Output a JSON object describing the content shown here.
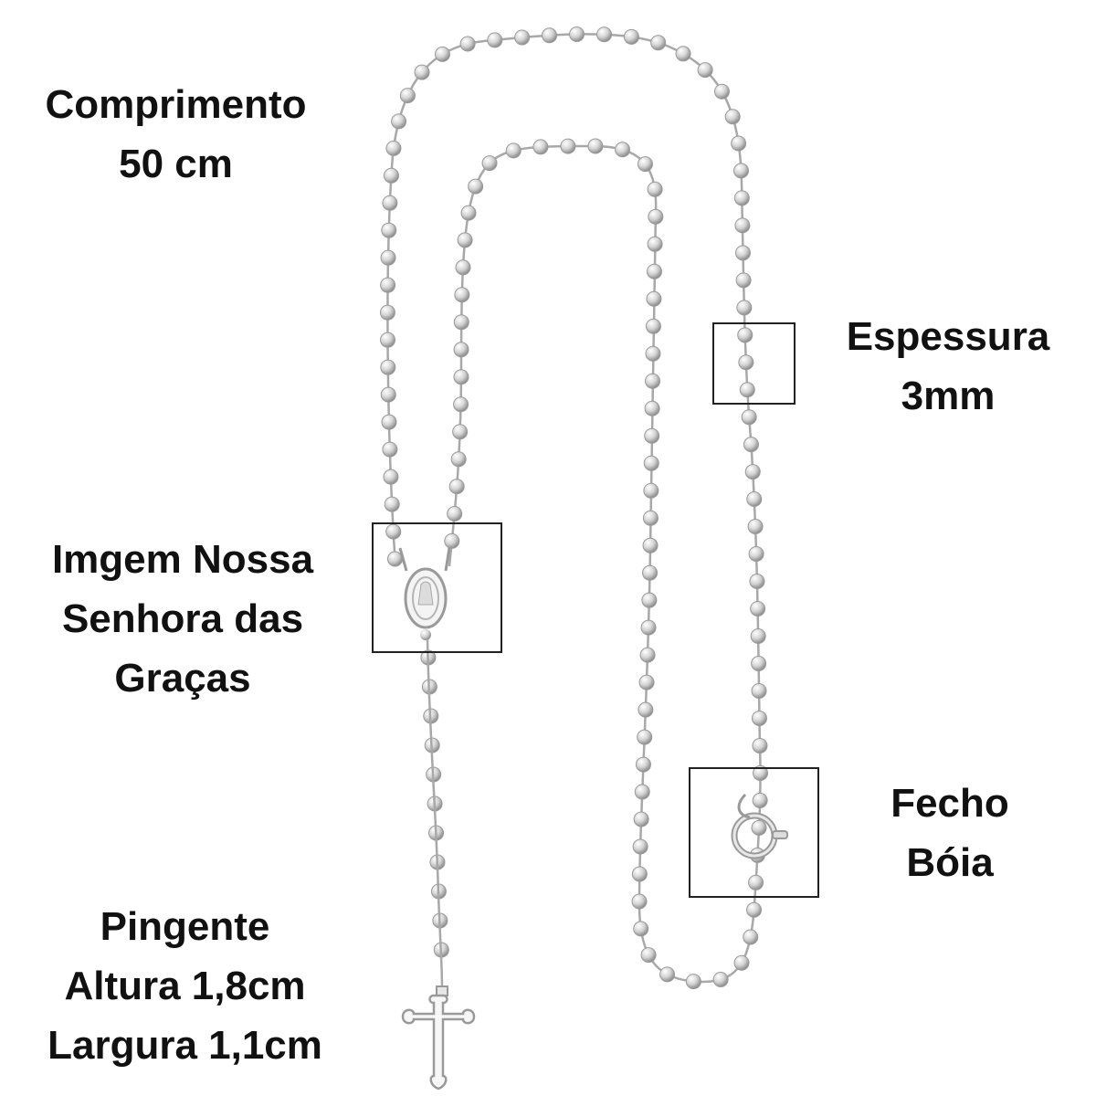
{
  "labels": {
    "comprimento": {
      "line1": "Comprimento",
      "line2": "50 cm"
    },
    "espessura": {
      "line1": "Espessura",
      "line2": "3mm"
    },
    "imagem": {
      "line1": "Imgem Nossa",
      "line2": "Senhora das",
      "line3": "Graças"
    },
    "fecho": {
      "line1": "Fecho",
      "line2": "Bóia"
    },
    "pingente": {
      "line1": "Pingente",
      "line2": "Altura 1,8cm",
      "line3": "Largura 1,1cm"
    }
  },
  "colors": {
    "text": "#111111",
    "metal": "#c8c8c8",
    "metal_dark": "#8a8a8a",
    "box": "#222222"
  }
}
